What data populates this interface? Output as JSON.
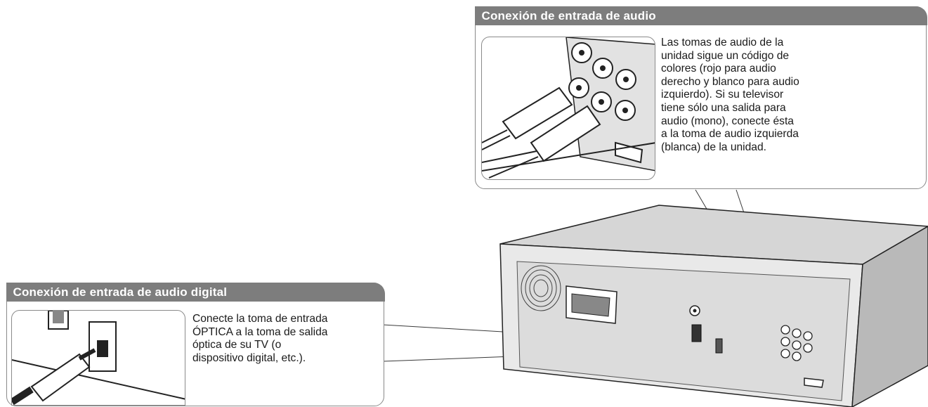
{
  "audio_input": {
    "title": "Conexión de entrada de audio",
    "text": "Las tomas de audio de la\nunidad sigue un código de\ncolores (rojo para audio\nderecho y blanco para audio\nizquierdo). Si su televisor\ntiene sólo una salida para\naudio (mono), conecte ésta\na la toma de audio izquierda\n(blanca) de la unidad."
  },
  "digital_input": {
    "title": "Conexión de entrada de audio digital",
    "text": "Conecte la toma de entrada\nÓPTICA a la toma de salida\nóptica de su TV (o\ndispositivo digital, etc.)."
  }
}
